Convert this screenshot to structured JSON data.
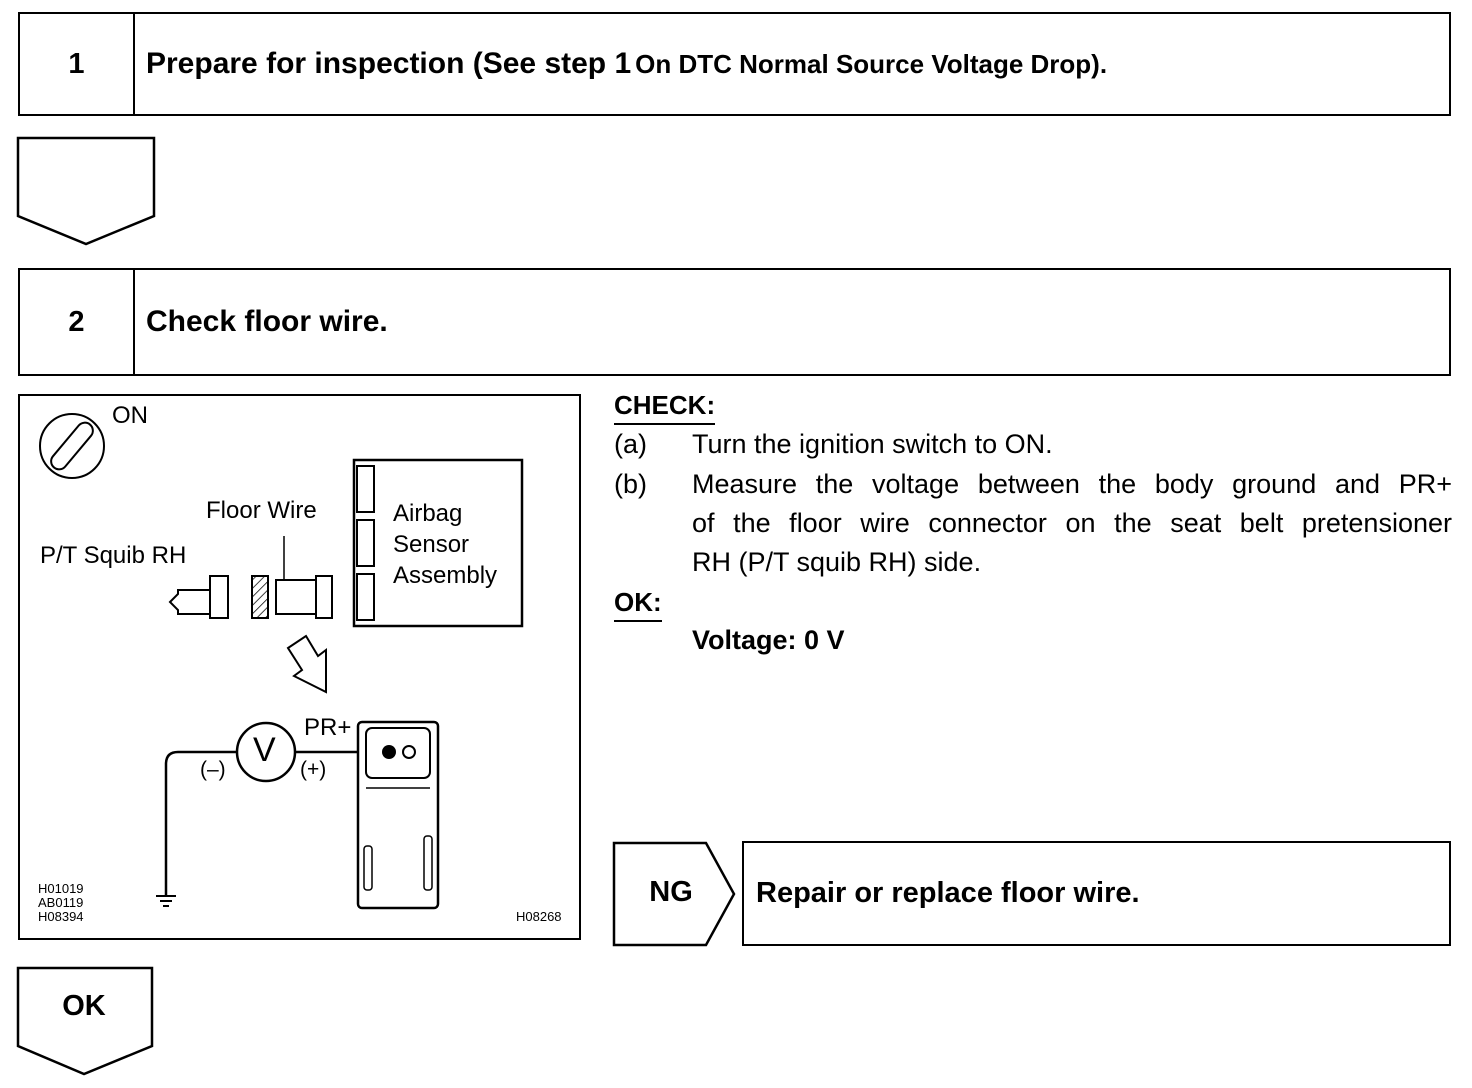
{
  "step1": {
    "number": "1",
    "title_main": "Prepare for inspection (See step 1",
    "title_tail": "On DTC Normal Source Voltage Drop)."
  },
  "step2": {
    "number": "2",
    "title": "Check floor wire."
  },
  "figure": {
    "ignition_label": "ON",
    "floor_wire_label": "Floor Wire",
    "squib_label": "P/T Squib RH",
    "sensor_label_line1": "Airbag",
    "sensor_label_line2": "Sensor",
    "sensor_label_line3": "Assembly",
    "voltmeter_symbol": "V",
    "terminal_label": "PR+",
    "neg_label": "(–)",
    "pos_label": "(+)",
    "ref_codes": [
      "H01019",
      "AB0119",
      "H08394"
    ],
    "figure_code": "H08268"
  },
  "check": {
    "heading": "CHECK:",
    "items": [
      {
        "marker": "(a)",
        "lines": [
          "Turn the ignition switch to ON."
        ]
      },
      {
        "marker": "(b)",
        "lines": [
          "Measure the voltage between the body ground and PR+",
          "of the floor wire connector on the seat belt pretensioner",
          "RH (P/T squib RH) side."
        ]
      }
    ]
  },
  "ok": {
    "heading": "OK:",
    "spec": "Voltage: 0 V"
  },
  "ng": {
    "tag": "NG",
    "action": "Repair or replace floor wire."
  },
  "ok_tag": "OK"
}
